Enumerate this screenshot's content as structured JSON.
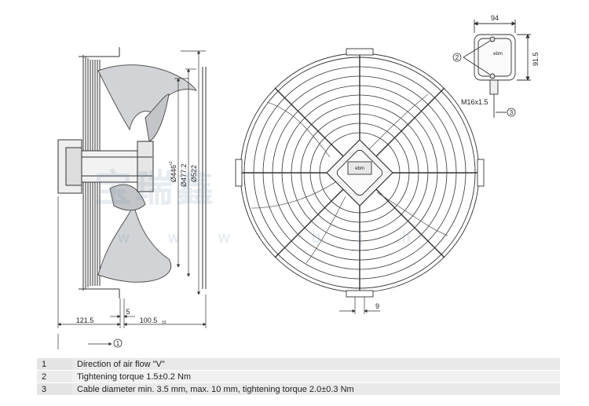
{
  "dimensions": {
    "width_top": "94",
    "height_right": "91.5",
    "dia_446": "Ø446",
    "dia_446_tol": "+2",
    "dia_477": "Ø477.2",
    "dia_522": "Ø522",
    "depth_121": "121.5",
    "depth_5": "5",
    "depth_100": "100.5",
    "depth_100_tol": "±3",
    "grid_9": "9",
    "thread": "M16x1.5"
  },
  "callouts": {
    "c1": "1",
    "c2": "2",
    "c3": "3"
  },
  "brand_label": "ebm",
  "watermark": {
    "text": "宝瑞鑫",
    "url": "w w w . b j h"
  },
  "notes": [
    {
      "num": "1",
      "text": "Direction of air flow \"V\""
    },
    {
      "num": "2",
      "text": "Tightening torque 1.5±0.2 Nm"
    },
    {
      "num": "3",
      "text": "Cable diameter min. 3.5 mm, max. 10 mm, tightening torque 2.0±0.3 Nm"
    }
  ],
  "colors": {
    "line": "#333333",
    "blade": "#cfd0d3",
    "watermark": "#7896b4"
  }
}
